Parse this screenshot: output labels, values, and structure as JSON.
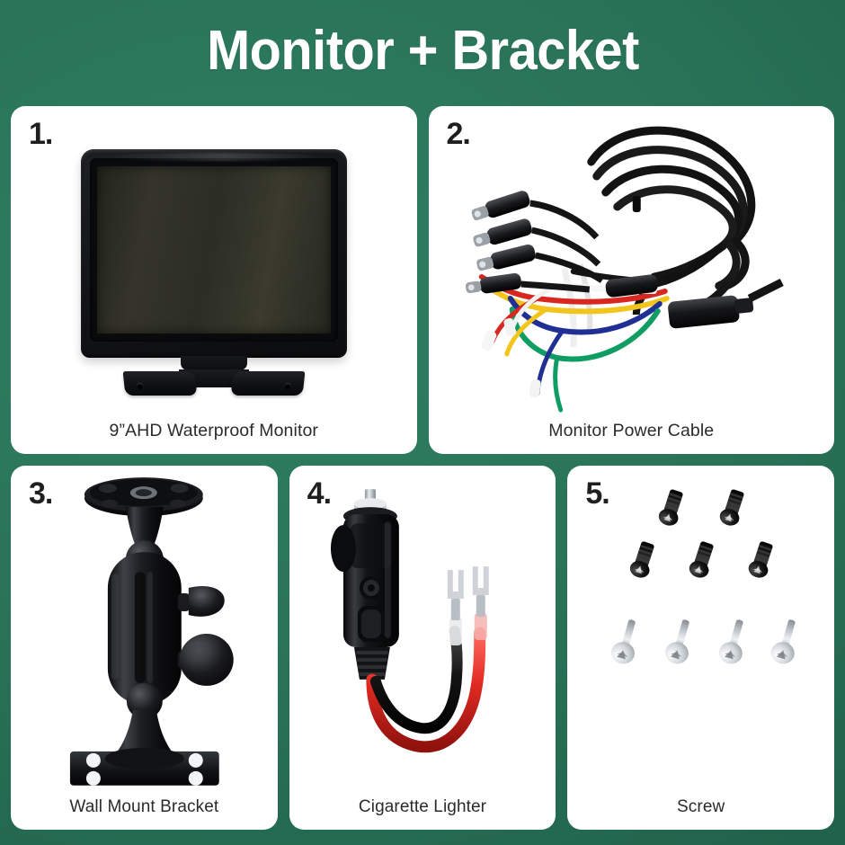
{
  "header": {
    "title": "Monitor + Bracket"
  },
  "theme": {
    "background_green_light": "#2f8062",
    "background_green_dark": "#1e5f49",
    "card_background": "#ffffff",
    "title_color": "#ffffff",
    "number_color": "#1f1f1f",
    "caption_color": "#2b2b2b"
  },
  "items": [
    {
      "number": "1.",
      "caption": "9”AHD Waterproof Monitor",
      "product": "monitor",
      "colors": {
        "bezel": "#121316",
        "screen": "#2f3027",
        "stand": "#101114"
      }
    },
    {
      "number": "2.",
      "caption": "Monitor Power Cable",
      "product": "power-cable",
      "colors": {
        "jacket": "#141414",
        "wire_red": "#d8271f",
        "wire_yellow": "#f2c51c",
        "wire_blue": "#1f2f93",
        "wire_green": "#0f9d63",
        "wire_white": "#f2f2f2",
        "wire_black": "#121212"
      }
    },
    {
      "number": "3.",
      "caption": "Wall Mount Bracket",
      "product": "wall-mount-bracket",
      "colors": {
        "body": "#1b1c1f",
        "highlight": "#4a4d52"
      }
    },
    {
      "number": "4.",
      "caption": "Cigarette Lighter",
      "product": "cigarette-lighter",
      "colors": {
        "body": "#151517",
        "wire_red": "#e02a22",
        "wire_black": "#131313",
        "terminal": "#c8ccd1"
      }
    },
    {
      "number": "5.",
      "caption": "Screw",
      "product": "screw",
      "colors": {
        "black_screw": "#1a1a1a",
        "silver_screw": "#cfd3d8"
      },
      "counts": {
        "black_screws": 5,
        "silver_screws": 4
      }
    }
  ]
}
